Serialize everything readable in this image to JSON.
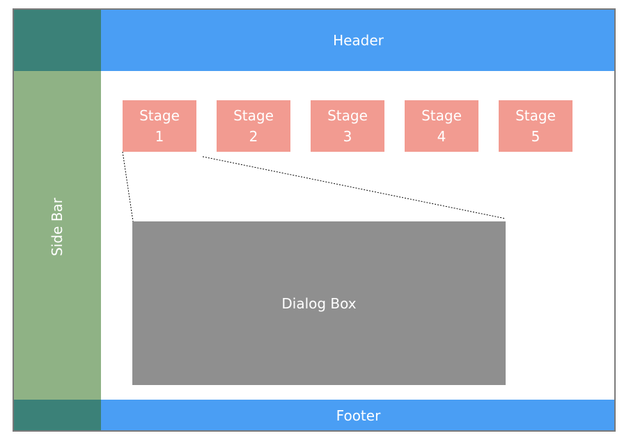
{
  "diagram": {
    "header": {
      "label": "Header"
    },
    "sidebar": {
      "label": "Side Bar"
    },
    "footer": {
      "label": "Footer"
    },
    "stages": [
      {
        "line1": "Stage",
        "line2": "1"
      },
      {
        "line1": "Stage",
        "line2": "2"
      },
      {
        "line1": "Stage",
        "line2": "3"
      },
      {
        "line1": "Stage",
        "line2": "4"
      },
      {
        "line1": "Stage",
        "line2": "5"
      }
    ],
    "dialog": {
      "label": "Dialog Box"
    }
  },
  "colors": {
    "header_footer": "#4a9ef4",
    "corner": "#3b8178",
    "sidebar": "#8fb285",
    "stage": "#f29b91",
    "dialog": "#8f8f8f",
    "border": "#7a7a7a"
  }
}
